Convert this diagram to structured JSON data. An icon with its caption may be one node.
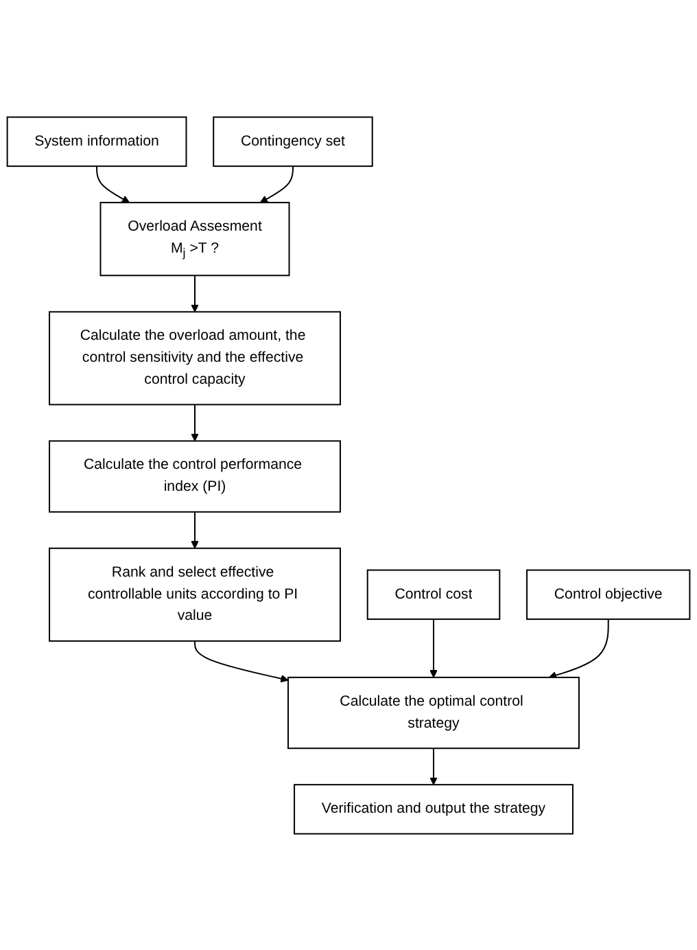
{
  "diagram": {
    "nodes": [
      {
        "text": [
          "System information"
        ]
      },
      {
        "text": [
          "Contingency set"
        ]
      },
      {
        "text": [
          "Overload Assesment",
          "M$_{j}$ >T ?"
        ]
      },
      {
        "text": [
          "Calculate the overload amount, the control sensitivity and the effective control capacity"
        ]
      },
      {
        "text": [
          "Calculate the control performance index (PI)"
        ]
      },
      {
        "text": [
          "Rank and select effective controllable units according to PI value"
        ]
      },
      {
        "text": [
          "Control cost"
        ]
      },
      {
        "text": [
          "Calculate the optimal control strategy"
        ]
      },
      {
        "text": [
          "Control objective"
        ]
      },
      {
        "text": [
          "Verification and output the strategy"
        ]
      }
    ],
    "edges": [
      {
        "from": 0,
        "to": 2,
        "arrow": "to"
      },
      {
        "from": 1,
        "to": 2,
        "arrow": "to"
      },
      {
        "from": 2,
        "to": 3,
        "arrow": "to"
      },
      {
        "from": 3,
        "to": 4,
        "arrow": "to"
      },
      {
        "from": 4,
        "to": 5,
        "arrow": "to"
      },
      {
        "from": 5,
        "to": 7,
        "arrow": "to"
      },
      {
        "from": 6,
        "to": 7,
        "arrow": "to"
      },
      {
        "from": 8,
        "to": 7,
        "arrow": "to"
      },
      {
        "from": 7,
        "to": 9,
        "arrow": "to"
      }
    ]
  }
}
